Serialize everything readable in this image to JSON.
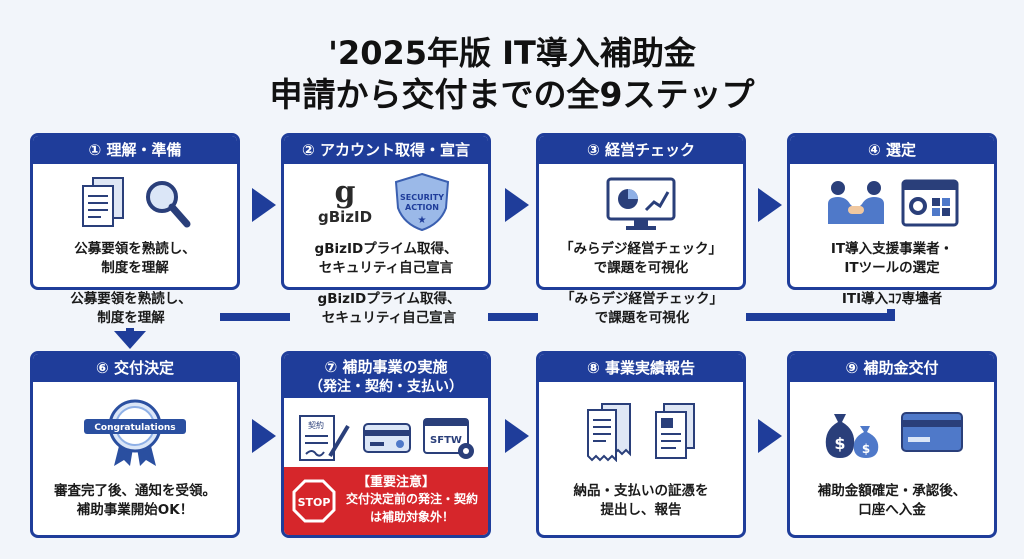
{
  "title": {
    "line1": "'2025年版 IT導入補助金",
    "line2": "申請から交付までの全9ステップ"
  },
  "steps": [
    {
      "header": "① 理解・準備",
      "text1": "公募要領を熟読し、",
      "text2": "制度を理解"
    },
    {
      "header": "② アカウント取得・宣言",
      "text1": "gBizIDプライム取得、",
      "text2": "セキュリティ自己宣言",
      "logo_glyph": "g",
      "logo_text": "gBizID",
      "badge_line1": "SECURITY",
      "badge_line2": "ACTION"
    },
    {
      "header": "③ 経営チェック",
      "text1": "「みらデジ経営チェック」",
      "text2": "で課題を可視化"
    },
    {
      "header": "④ 選定",
      "text1": "IT導入支援事業者・",
      "text2": "ITツールの選定"
    },
    {
      "header": "⑥ 交付決定",
      "text1": "審査完了後、通知を受領。",
      "text2": "補助事業開始OK！",
      "ribbon_text": "Congratulations"
    },
    {
      "header_line1": "⑦ 補助事業の実施",
      "header_line2": "（発注・契約・支払い）",
      "doc_label": "契約",
      "software_label": "SFTW",
      "warning_title": "【重要注意】",
      "warning_line1": "交付決定前の発注・契約",
      "warning_line2": "は補助対象外！",
      "stop_text": "STOP"
    },
    {
      "header": "⑧ 事業実績報告",
      "text1": "納品・支払いの証憑を",
      "text2": "提出し、報告"
    },
    {
      "header": "⑨ 補助金交付",
      "text1": "補助金額確定・承認後、",
      "text2": "口座へ入金"
    }
  ],
  "ghost_text": {
    "a1": "公募要領を熟読し、",
    "a2": "制度を理解",
    "b1": "gBizIDプライム取得、",
    "b2": "セキュリティ自己宣言",
    "c1": "「みらデジ経営チェック」",
    "c2": "で課題を可視化",
    "d1": "ITI導入ｺﾌ専壗者"
  },
  "colors": {
    "primary": "#1f3d9a",
    "warning": "#d6262b",
    "background": "#f2f5fa"
  }
}
